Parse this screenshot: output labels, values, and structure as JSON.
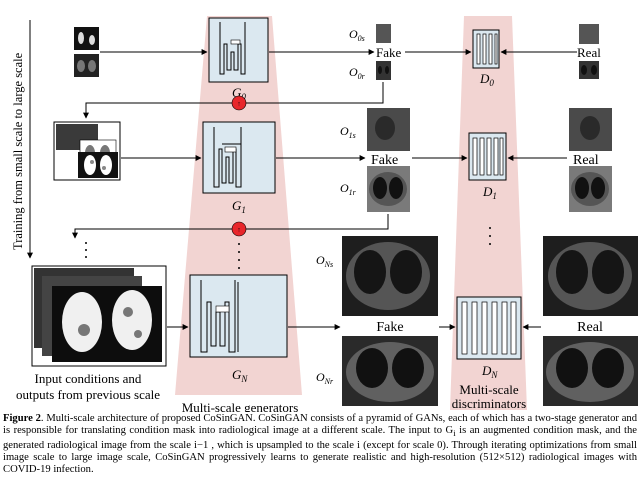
{
  "diagram": {
    "vertical_label": "Training from small scale to large scale",
    "generators": [
      {
        "name": "G",
        "sub": "0"
      },
      {
        "name": "G",
        "sub": "1"
      },
      {
        "name": "G",
        "sub": "N"
      }
    ],
    "discriminators": [
      {
        "name": "D",
        "sub": "0"
      },
      {
        "name": "D",
        "sub": "1"
      },
      {
        "name": "D",
        "sub": "N"
      }
    ],
    "outputs": [
      {
        "name": "O",
        "sub": "0s"
      },
      {
        "name": "O",
        "sub": "0r"
      },
      {
        "name": "O",
        "sub": "1s"
      },
      {
        "name": "O",
        "sub": "1r"
      },
      {
        "name": "O",
        "sub": "Ns"
      },
      {
        "name": "O",
        "sub": "Nr"
      }
    ],
    "fake_label": "Fake",
    "real_label": "Real",
    "upsample_symbol": "↑",
    "input_label_line1": "Input conditions and",
    "input_label_line2": "outputs from previous scale",
    "generators_label": "Multi-scale generators",
    "discriminators_label_line1": "Multi-scale",
    "discriminators_label_line2": "discriminators",
    "colors": {
      "pyramid_fill": "#f2d4d2",
      "block_fill": "#dbe8f0",
      "upsample_red": "#e8262b"
    }
  },
  "caption": {
    "label": "Figure 2",
    "text": ". Multi-scale architecture of proposed CoSinGAN. CoSinGAN consists of a pyramid of GANs, each of which has a two-stage generator and is responsible for translating condition mask into radiological image at a different scale. The input to G",
    "sub_i": "i",
    "text2": " is an augmented condition mask, and the generated radiological image from the scale i−1 , which is upsampled to the scale i (except for scale 0). Through iterating optimizations from small image scale to large image scale, CoSinGAN progressively learns to generate realistic and high-resolution (512×512) radiological images with COVID-19 infection."
  }
}
